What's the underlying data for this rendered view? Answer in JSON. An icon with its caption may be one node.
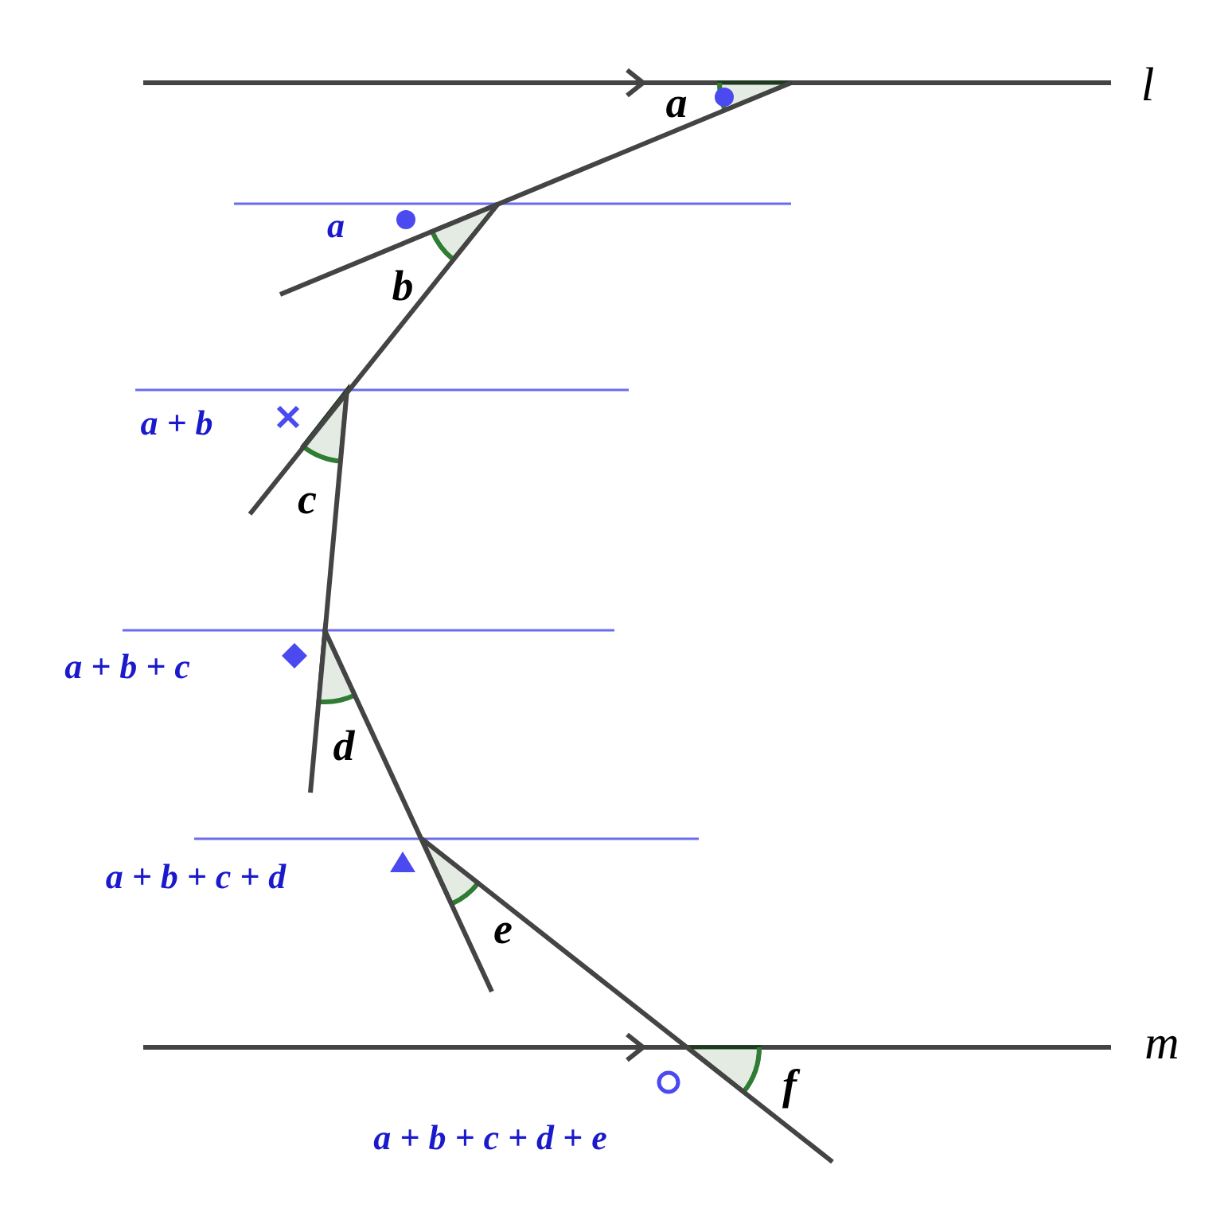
{
  "diagram": {
    "labels": [
      "l",
      "a",
      "a",
      "b",
      "a + b",
      "c",
      "a + b + c",
      "d",
      "a + b + c + d",
      "e",
      "m",
      "f",
      "a + b + c + d + e"
    ]
  }
}
